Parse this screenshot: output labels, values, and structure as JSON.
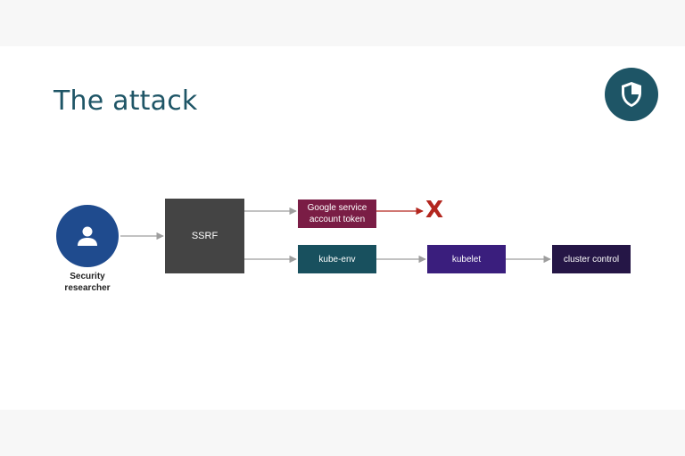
{
  "slide": {
    "title": "The attack"
  },
  "badge": {
    "icon": "shield-icon",
    "color": "#1e5566"
  },
  "actor": {
    "icon": "person-icon",
    "label_line1": "Security",
    "label_line2": "researcher",
    "color": "#1f4b8e"
  },
  "nodes": {
    "ssrf": {
      "label": "SSRF",
      "color": "#444444"
    },
    "token": {
      "label": "Google service account token",
      "color": "#7a1d45"
    },
    "kube_env": {
      "label": "kube-env",
      "color": "#18505e"
    },
    "kubelet": {
      "label": "kubelet",
      "color": "#3a1e7d"
    },
    "cluster_control": {
      "label": "cluster control",
      "color": "#251646"
    }
  },
  "blocked": {
    "mark": "X",
    "color": "#b3261e"
  },
  "edges": [
    {
      "from": "actor",
      "to": "ssrf"
    },
    {
      "from": "ssrf",
      "to": "token"
    },
    {
      "from": "ssrf",
      "to": "kube_env"
    },
    {
      "from": "token",
      "to": "blocked"
    },
    {
      "from": "kube_env",
      "to": "kubelet"
    },
    {
      "from": "kubelet",
      "to": "cluster_control"
    }
  ]
}
